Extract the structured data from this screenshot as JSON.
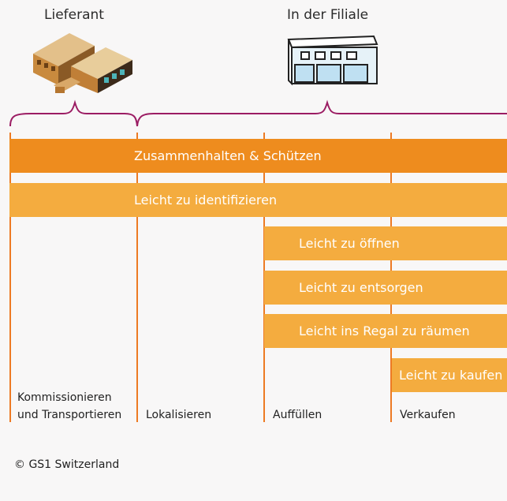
{
  "header": {
    "supplier_label": "Lieferant",
    "store_label": "In der Filiale"
  },
  "icons": {
    "supplier": "warehouse-icon",
    "store": "store-building-icon"
  },
  "colors": {
    "brace": "#9b1c63",
    "bar_dark": "#ee8c1e",
    "bar_light": "#f4ac3f",
    "divider": "#ed7a23"
  },
  "bars": {
    "hold_protect": "Zusammenhalten & Schützen",
    "identify": "Leicht zu identifizieren",
    "open": "Leicht zu öffnen",
    "dispose": "Leicht zu entsorgen",
    "shelve": "Leicht ins Regal zu räumen",
    "buy": "Leicht zu kaufen"
  },
  "stages": {
    "picking_line1": "Kommissionieren",
    "picking_line2": "und Transportieren",
    "locate": "Lokalisieren",
    "refill": "Auffüllen",
    "sell": "Verkaufen"
  },
  "footer": {
    "copyright": "© GS1 Switzerland"
  }
}
